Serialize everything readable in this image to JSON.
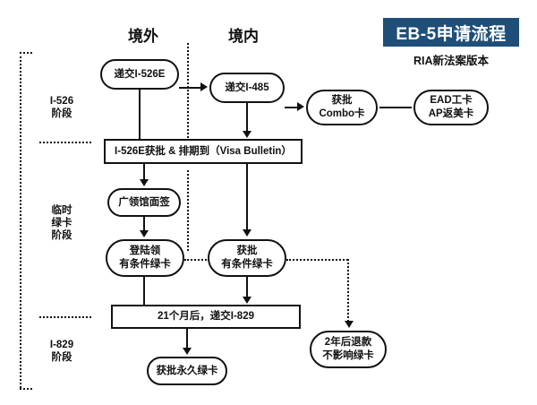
{
  "title": {
    "banner": "EB-5申请流程",
    "subtitle": "RIA新法案版本",
    "banner_color": "#1F4E79",
    "banner_text_color": "#FFFFFF"
  },
  "columns": [
    {
      "id": "overseas",
      "label": "境外"
    },
    {
      "id": "domestic",
      "label": "境内"
    }
  ],
  "stages": [
    {
      "id": "i526",
      "label": "I-526\n阶段"
    },
    {
      "id": "temp-green-card",
      "label": "临时\n绿卡\n阶段"
    },
    {
      "id": "i829",
      "label": "I-829\n阶段"
    }
  ],
  "nodes": {
    "submit_i526e": "递交I-526E",
    "submit_i485": "递交I-485",
    "combo_approved": "获批\nCombo卡",
    "ead_ap": "EAD工卡\nAP返美卡",
    "i526e_approved": "I-526E获批 & 排期到（Visa Bulletin）",
    "consulate_interview": "广领馆面签",
    "land_conditional_gc": "登陆领\n有条件绿卡",
    "approved_conditional_gc": "获批\n有条件绿卡",
    "submit_i829": "21个月后，递交I-829",
    "permanent_gc": "获批永久绿卡",
    "refund_2y": "2年后退款\n不影响绿卡"
  },
  "chart_data": {
    "type": "diagram",
    "title": "EB-5申请流程",
    "subtitle": "RIA新法案版本",
    "swimlanes": [
      "境外",
      "境内"
    ],
    "phases": [
      "I-526 阶段",
      "临时绿卡阶段",
      "I-829 阶段"
    ],
    "steps": [
      {
        "id": "submit_i526e",
        "label": "递交I-526E",
        "lane": "境外",
        "phase": "I-526 阶段",
        "shape": "rounded"
      },
      {
        "id": "submit_i485",
        "label": "递交I-485",
        "lane": "境内",
        "phase": "I-526 阶段",
        "shape": "rounded"
      },
      {
        "id": "combo_approved",
        "label": "获批Combo卡",
        "lane": "境内",
        "phase": "I-526 阶段",
        "shape": "rounded"
      },
      {
        "id": "ead_ap",
        "label": "EAD工卡 / AP返美卡",
        "lane": "境内",
        "phase": "I-526 阶段",
        "shape": "rounded"
      },
      {
        "id": "i526e_approved",
        "label": "I-526E获批 & 排期到（Visa Bulletin）",
        "lane": "both",
        "phase": "I-526 阶段",
        "shape": "rectangle"
      },
      {
        "id": "consulate_interview",
        "label": "广领馆面签",
        "lane": "境外",
        "phase": "临时绿卡阶段",
        "shape": "rounded"
      },
      {
        "id": "land_conditional_gc",
        "label": "登陆领有条件绿卡",
        "lane": "境外",
        "phase": "临时绿卡阶段",
        "shape": "rounded"
      },
      {
        "id": "approved_conditional_gc",
        "label": "获批有条件绿卡",
        "lane": "境内",
        "phase": "临时绿卡阶段",
        "shape": "rounded"
      },
      {
        "id": "submit_i829",
        "label": "21个月后，递交I-829",
        "lane": "both",
        "phase": "I-829 阶段",
        "shape": "rectangle"
      },
      {
        "id": "permanent_gc",
        "label": "获批永久绿卡",
        "lane": "境外",
        "phase": "I-829 阶段",
        "shape": "rounded"
      },
      {
        "id": "refund_2y",
        "label": "2年后退款不影响绿卡",
        "lane": "境内",
        "phase": "I-829 阶段",
        "shape": "rounded"
      }
    ],
    "edges": [
      {
        "from": "submit_i526e",
        "to": "submit_i485",
        "style": "solid-arrow"
      },
      {
        "from": "submit_i485",
        "to": "combo_approved",
        "style": "solid-arrow"
      },
      {
        "from": "combo_approved",
        "to": "ead_ap",
        "style": "solid-line"
      },
      {
        "from": "submit_i526e",
        "to": "i526e_approved",
        "style": "solid-line"
      },
      {
        "from": "submit_i485",
        "to": "i526e_approved",
        "style": "solid-arrow"
      },
      {
        "from": "i526e_approved",
        "to": "consulate_interview",
        "style": "solid-arrow"
      },
      {
        "from": "consulate_interview",
        "to": "land_conditional_gc",
        "style": "solid-arrow"
      },
      {
        "from": "i526e_approved",
        "to": "approved_conditional_gc",
        "style": "solid-arrow"
      },
      {
        "from": "land_conditional_gc",
        "to": "approved_conditional_gc",
        "style": "dotted"
      },
      {
        "from": "land_conditional_gc",
        "to": "submit_i829",
        "style": "solid-line"
      },
      {
        "from": "approved_conditional_gc",
        "to": "submit_i829",
        "style": "solid-arrow"
      },
      {
        "from": "submit_i829",
        "to": "permanent_gc",
        "style": "solid-arrow"
      },
      {
        "from": "approved_conditional_gc",
        "to": "refund_2y",
        "style": "dotted-arrow"
      }
    ]
  }
}
